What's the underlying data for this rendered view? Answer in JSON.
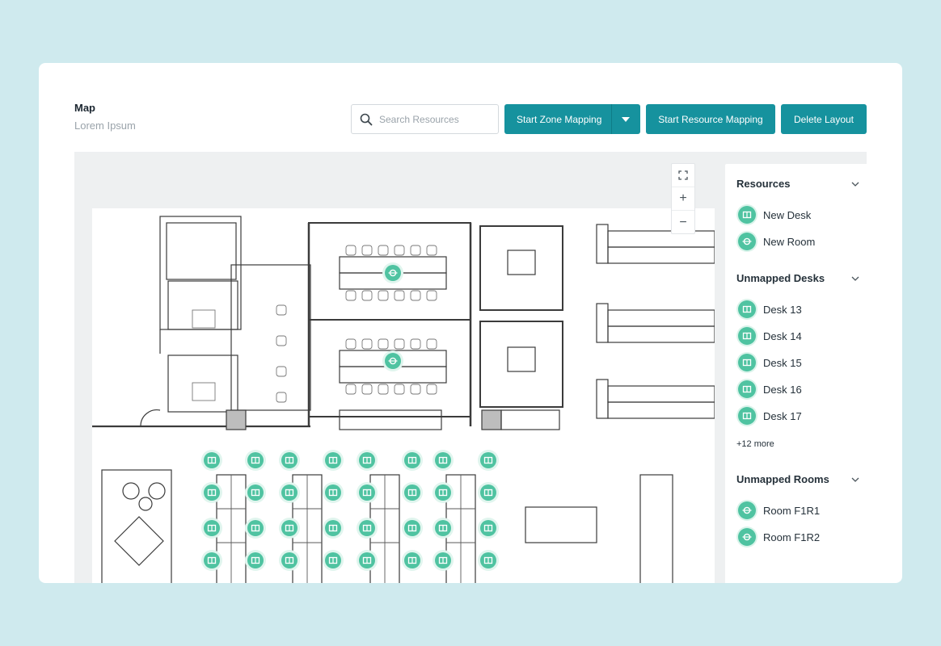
{
  "header": {
    "title": "Map",
    "subtitle": "Lorem Ipsum"
  },
  "search": {
    "placeholder": "Search Resources",
    "value": ""
  },
  "toolbar": {
    "zone_mapping_label": "Start Zone Mapping",
    "resource_mapping_label": "Start Resource Mapping",
    "delete_layout_label": "Delete Layout"
  },
  "map_controls": {
    "fullscreen": "fullscreen-icon",
    "zoom_in": "+",
    "zoom_out": "−"
  },
  "sidebar": {
    "resources": {
      "title": "Resources",
      "items": [
        {
          "label": "New Desk",
          "icon": "desk-icon"
        },
        {
          "label": "New Room",
          "icon": "room-icon"
        }
      ]
    },
    "unmapped_desks": {
      "title": "Unmapped Desks",
      "items": [
        {
          "label": "Desk 13",
          "icon": "desk-icon"
        },
        {
          "label": "Desk 14",
          "icon": "desk-icon"
        },
        {
          "label": "Desk 15",
          "icon": "desk-icon"
        },
        {
          "label": "Desk 16",
          "icon": "desk-icon"
        },
        {
          "label": "Desk 17",
          "icon": "desk-icon"
        }
      ],
      "more_label": "+12 more"
    },
    "unmapped_rooms": {
      "title": "Unmapped Rooms",
      "items": [
        {
          "label": "Room F1R1",
          "icon": "room-icon"
        },
        {
          "label": "Room F1R2",
          "icon": "room-icon"
        }
      ]
    }
  },
  "colors": {
    "accent": "#16929e",
    "pin": "#4fc3a1",
    "background": "#cfeaee"
  }
}
